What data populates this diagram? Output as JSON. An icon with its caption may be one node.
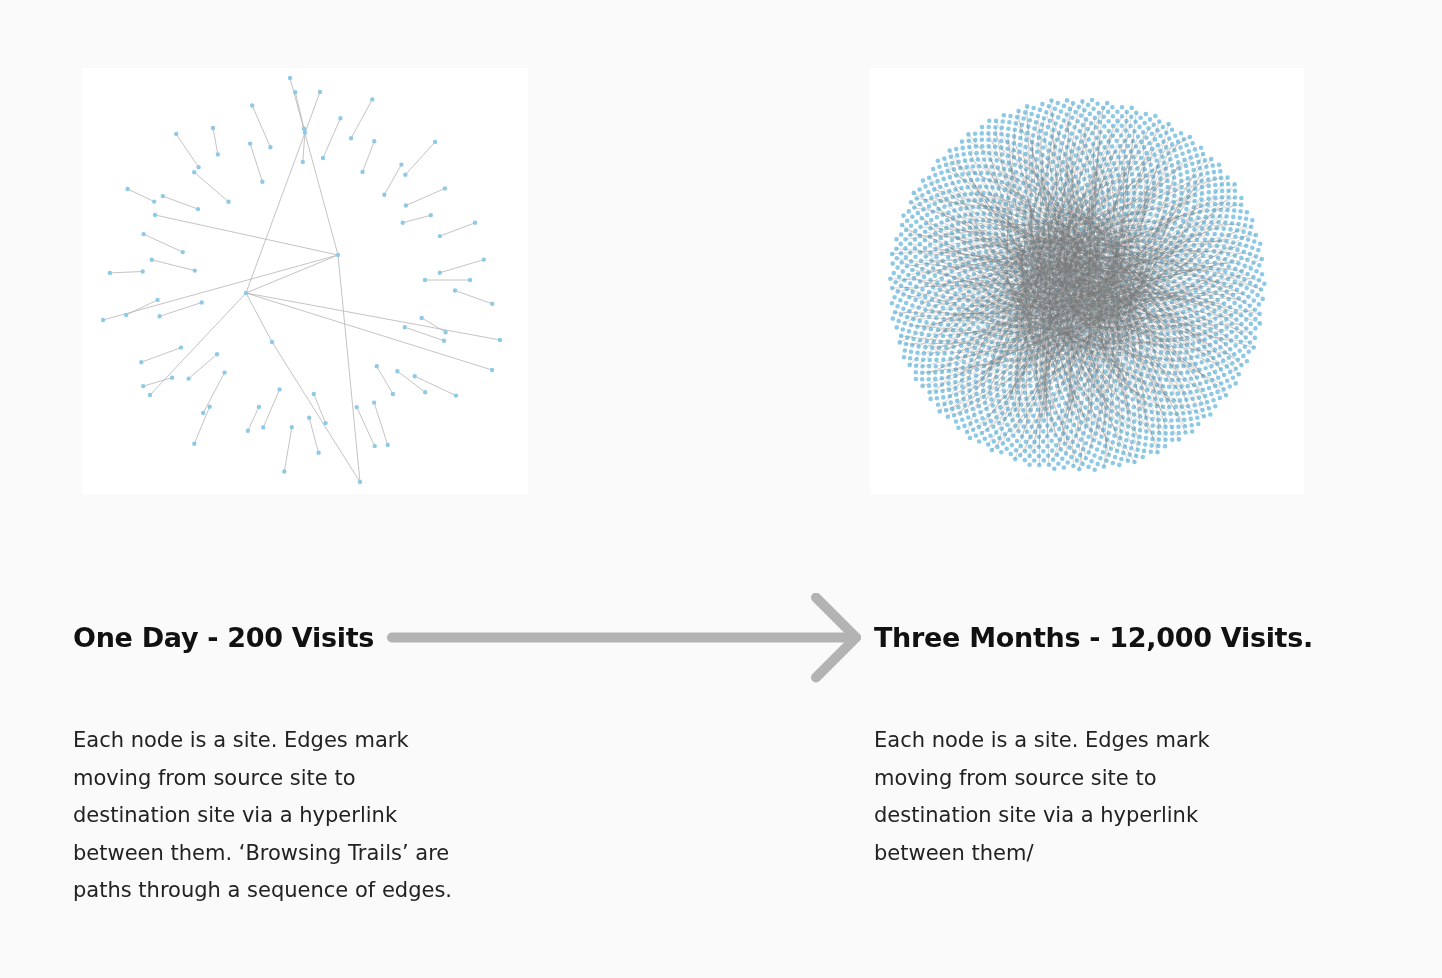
{
  "diagram": {
    "nodes": [
      {
        "text": [
          "One Day - 200 Visits"
        ]
      },
      {
        "text": [
          "Three Months - 12,000 Visits."
        ]
      }
    ],
    "edges": [
      {
        "from": 0,
        "to": 1,
        "arrow": "to"
      }
    ],
    "labels": [
      "Each node is a site. Edges mark moving from source site to destination site via a hyperlink between them. ‘Browsing Trails’ are paths through a sequence of edges.",
      "Each node is a site. Edges mark moving from source site to destination site via a hyperlink between them/"
    ]
  }
}
